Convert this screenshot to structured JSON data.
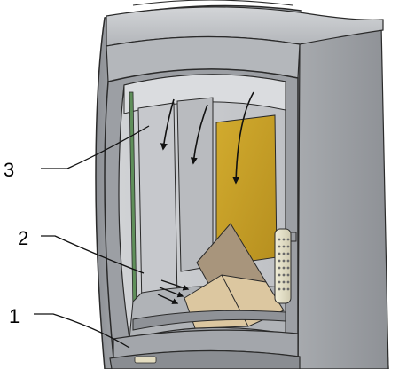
{
  "diagram": {
    "callouts": [
      {
        "id": "1",
        "label": "1"
      },
      {
        "id": "2",
        "label": "2"
      },
      {
        "id": "3",
        "label": "3"
      }
    ],
    "colors": {
      "body_dark": "#7a7d82",
      "body_mid": "#a9acb1",
      "body_light": "#d6d8db",
      "glass_left": "#b9bbbf",
      "interior_panel": "#c4c6ca",
      "back_panel_yellow": "#c9a227",
      "log_dark": "#a5927a",
      "log_light": "#dcc9a4",
      "handle": "#e6e2c9",
      "line": "#1a1a1a"
    }
  }
}
